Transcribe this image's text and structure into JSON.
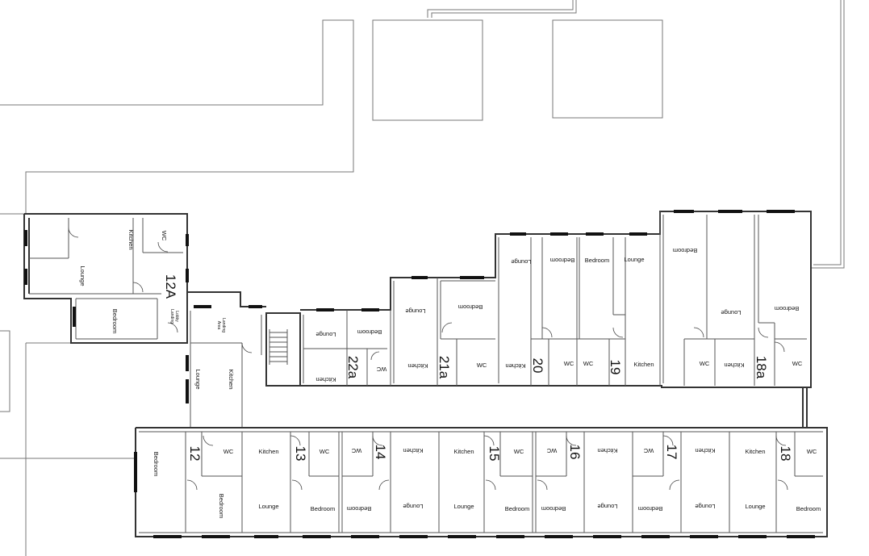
{
  "floorplan": {
    "units": [
      "12A",
      "12",
      "13",
      "14",
      "15",
      "16",
      "17",
      "18",
      "18a",
      "19",
      "20",
      "21a",
      "22a"
    ],
    "room_types": {
      "bedroom": "Bedroom",
      "lounge": "Lounge",
      "kitchen": "Kitchen",
      "wc": "WC",
      "landing_upper": "Landing",
      "landing_lower": "Lobby",
      "landing2_upper": "Landing",
      "landing2_lower": "Area"
    }
  }
}
